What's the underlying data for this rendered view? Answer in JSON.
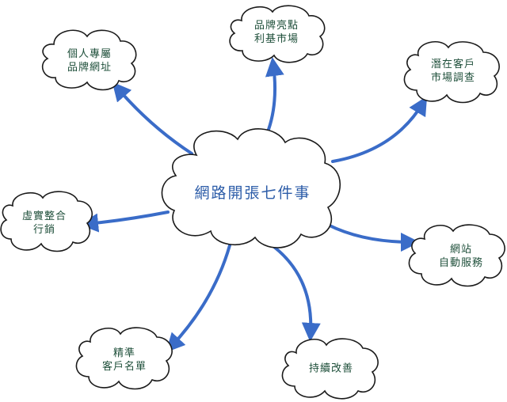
{
  "diagram": {
    "center": {
      "label": "網路開張七件事"
    },
    "nodes": [
      {
        "id": "personal",
        "label": "個人專屬\n品牌網址"
      },
      {
        "id": "brand",
        "label": "品牌亮點\n利基市場"
      },
      {
        "id": "research",
        "label": "潛在客戶\n市場調查"
      },
      {
        "id": "integration",
        "label": "虛實整合\n行銷"
      },
      {
        "id": "automation",
        "label": "網站\n自動服務"
      },
      {
        "id": "customers",
        "label": "精準\n客戶名單"
      },
      {
        "id": "improve",
        "label": "持續改善"
      }
    ]
  },
  "colors": {
    "arrow": "#3a6cc8",
    "node_text": "#1e4f3a",
    "center_text": "#2c5ca8"
  }
}
